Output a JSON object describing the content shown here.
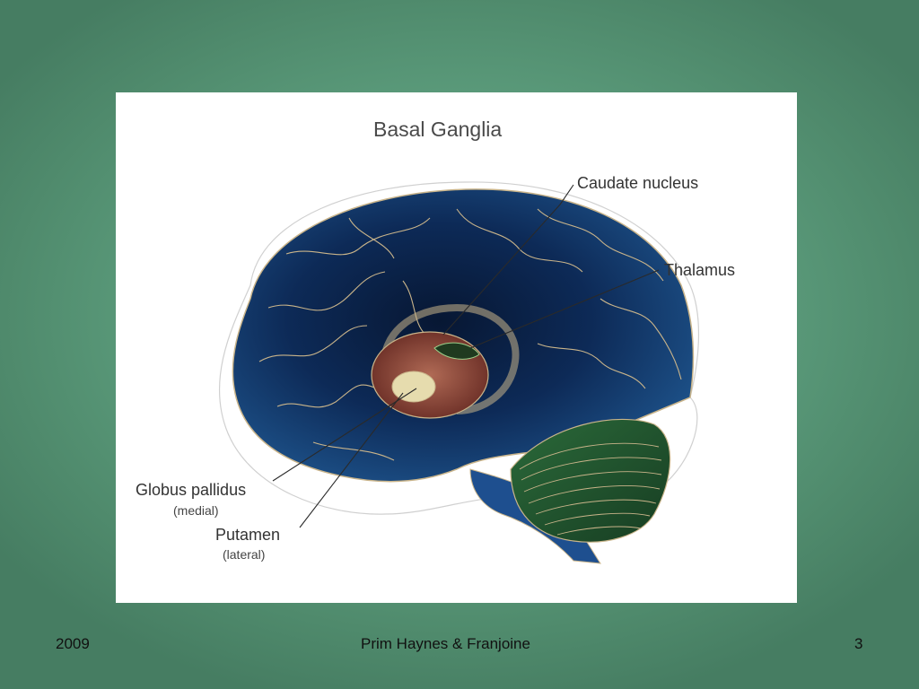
{
  "diagram": {
    "title": "Basal Ganglia",
    "labels": {
      "caudate": "Caudate nucleus",
      "thalamus": "Thalamus",
      "globus": "Globus pallidus",
      "globus_sub": "(medial)",
      "putamen": "Putamen",
      "putamen_sub": "(lateral)"
    }
  },
  "footer": {
    "year": "2009",
    "authors": "Prim Haynes & Franjoine",
    "page": "3"
  },
  "colors": {
    "background": "#5a9a7a",
    "brain": "#0f2a55",
    "gyri_lines": "#c9b48a",
    "cerebellum": "#2f6b3a",
    "basal_ganglia": "#7a3a30"
  }
}
